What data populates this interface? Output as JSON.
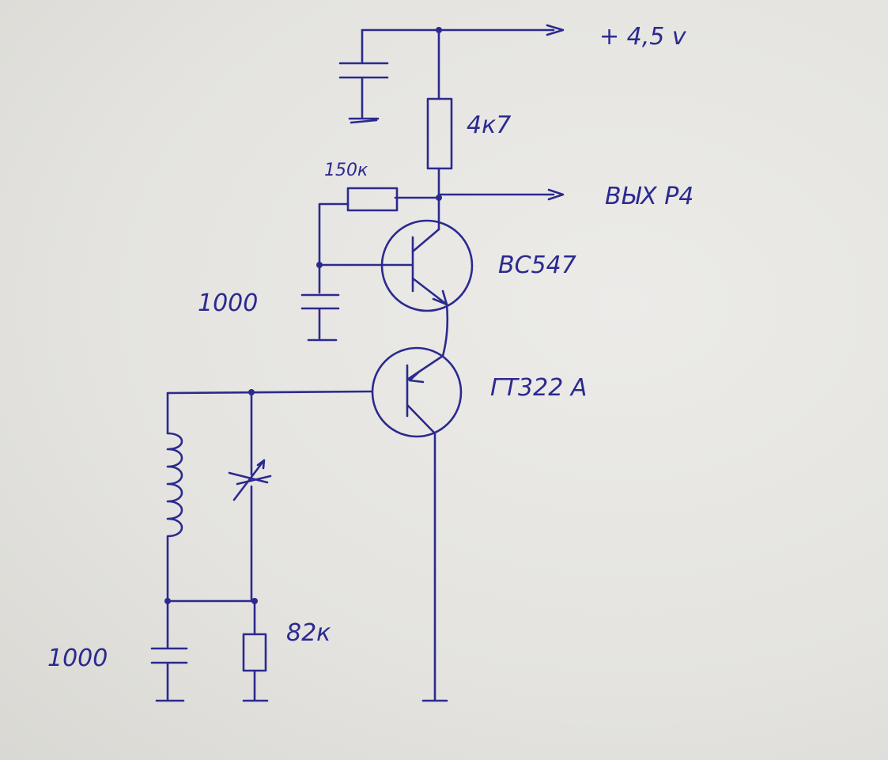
{
  "labels": {
    "supply": "+ 4,5 v",
    "r_collector": "4к7",
    "r_feedback": "150к",
    "output": "ВЫХ Р4",
    "q1": "BC547",
    "c_base": "1000",
    "q2": "ГТ322 А",
    "r_bias": "82к",
    "c_bottom": "1000"
  },
  "colors": {
    "ink": "#2b2a8f",
    "paper": "#e6e6e2"
  }
}
